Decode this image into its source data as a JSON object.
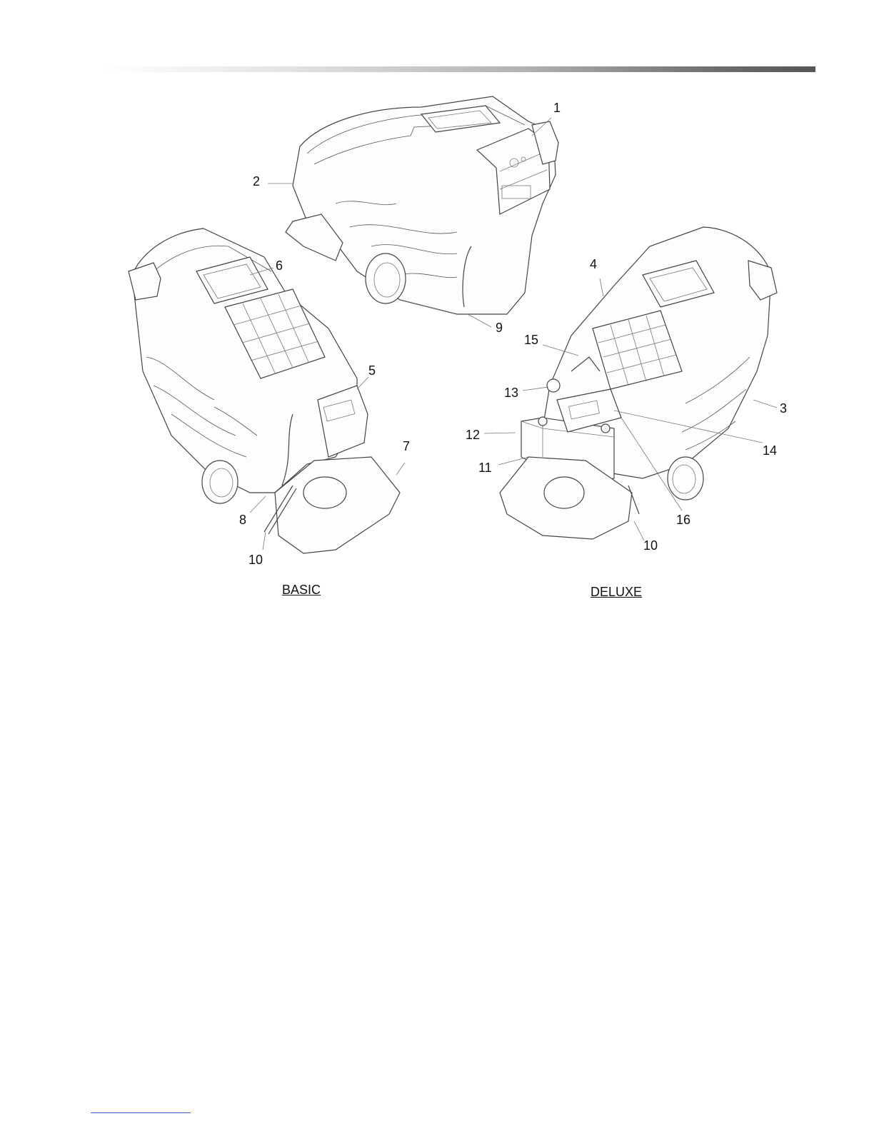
{
  "callouts": {
    "c1": "1",
    "c2": "2",
    "c3": "3",
    "c4": "4",
    "c5": "5",
    "c6": "6",
    "c7": "7",
    "c8": "8",
    "c9": "9",
    "c10a": "10",
    "c10b": "10",
    "c11": "11",
    "c12": "12",
    "c13": "13",
    "c14": "14",
    "c15": "15",
    "c16": "16"
  },
  "captions": {
    "basic": "BASIC",
    "deluxe": "DELUXE"
  },
  "colors": {
    "line": "#444444",
    "footer_rule": "#3a5fcd"
  }
}
